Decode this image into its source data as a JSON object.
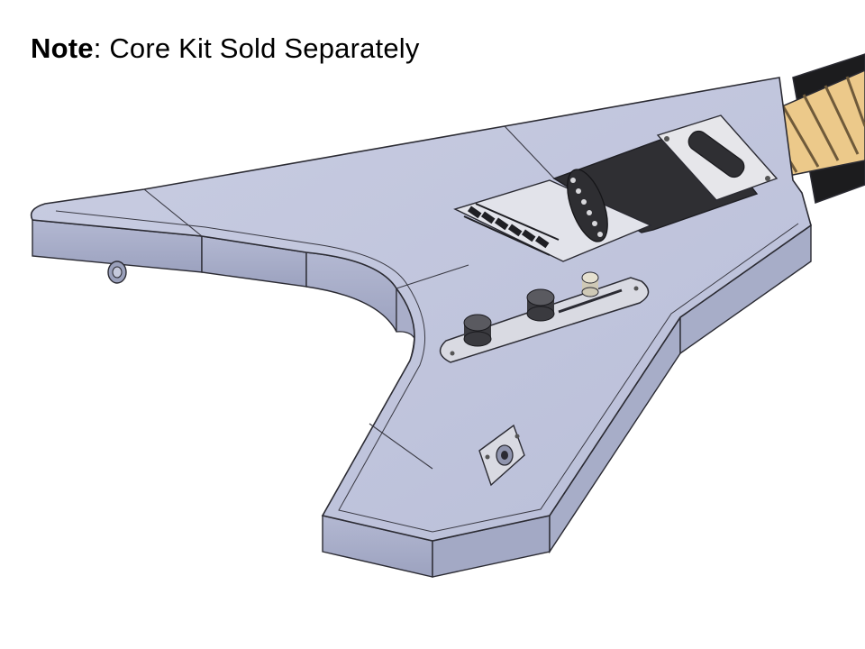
{
  "caption": {
    "label": "Note",
    "separator": ": ",
    "text": "Core Kit Sold Separately"
  },
  "illustration": {
    "subject": "flying-v style guitar body CAD render",
    "colors": {
      "body_top": "#c2c7de",
      "body_side": "#a7adc8",
      "outline": "#2b2b33",
      "fretboard": "#ecc98a",
      "fret": "#6f5a3a",
      "pickguard": "#2f2f33",
      "plate": "#e6e6ea",
      "bridge_saddle": "#1f1f24",
      "knob": "#3a3a3f",
      "selector_tip": "#dcd7c7"
    }
  }
}
